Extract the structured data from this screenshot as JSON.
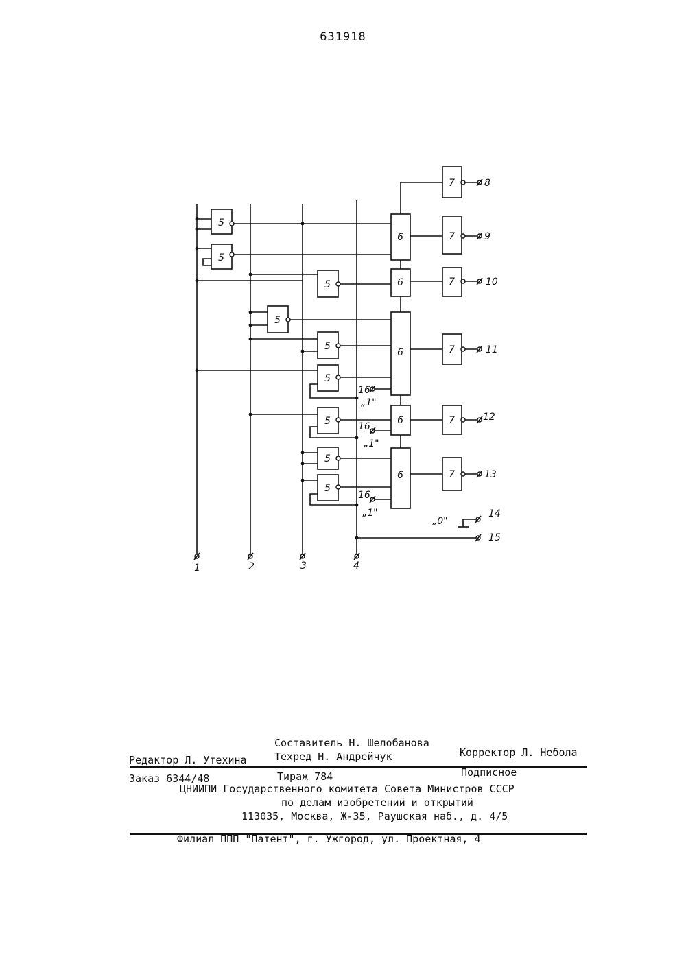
{
  "header": {
    "patent_number": "631918"
  },
  "schematic": {
    "blocks": {
      "gate": "5",
      "combiner": "6",
      "inverter": "7"
    },
    "bus_labels": [
      "1",
      "2",
      "3",
      "4"
    ],
    "output_labels": [
      "8",
      "9",
      "10",
      "11",
      "12",
      "13"
    ],
    "pin16_label": "16",
    "logic_one": "„1\"",
    "logic_zero": "„0\"",
    "terminal_14": "14",
    "terminal_15": "15"
  },
  "colophon": {
    "compiler": "Составитель Н. Шелобанова",
    "editor": "Редактор Л. Утехина",
    "techred": "Техред Н. Андрейчук",
    "corrector": "Корректор Л. Небола",
    "order": "Заказ 6344/48",
    "circulation": "Тираж 784",
    "subscription": "Подписное",
    "institute": "ЦНИИПИ Государственного комитета Совета Министров СССР",
    "department": "по делам изобретений и открытий",
    "address": "113035, Москва, Ж-35, Раушская наб., д. 4/5",
    "branch": "Филиал ППП \"Патент\", г. Ужгород, ул. Проектная, 4"
  }
}
